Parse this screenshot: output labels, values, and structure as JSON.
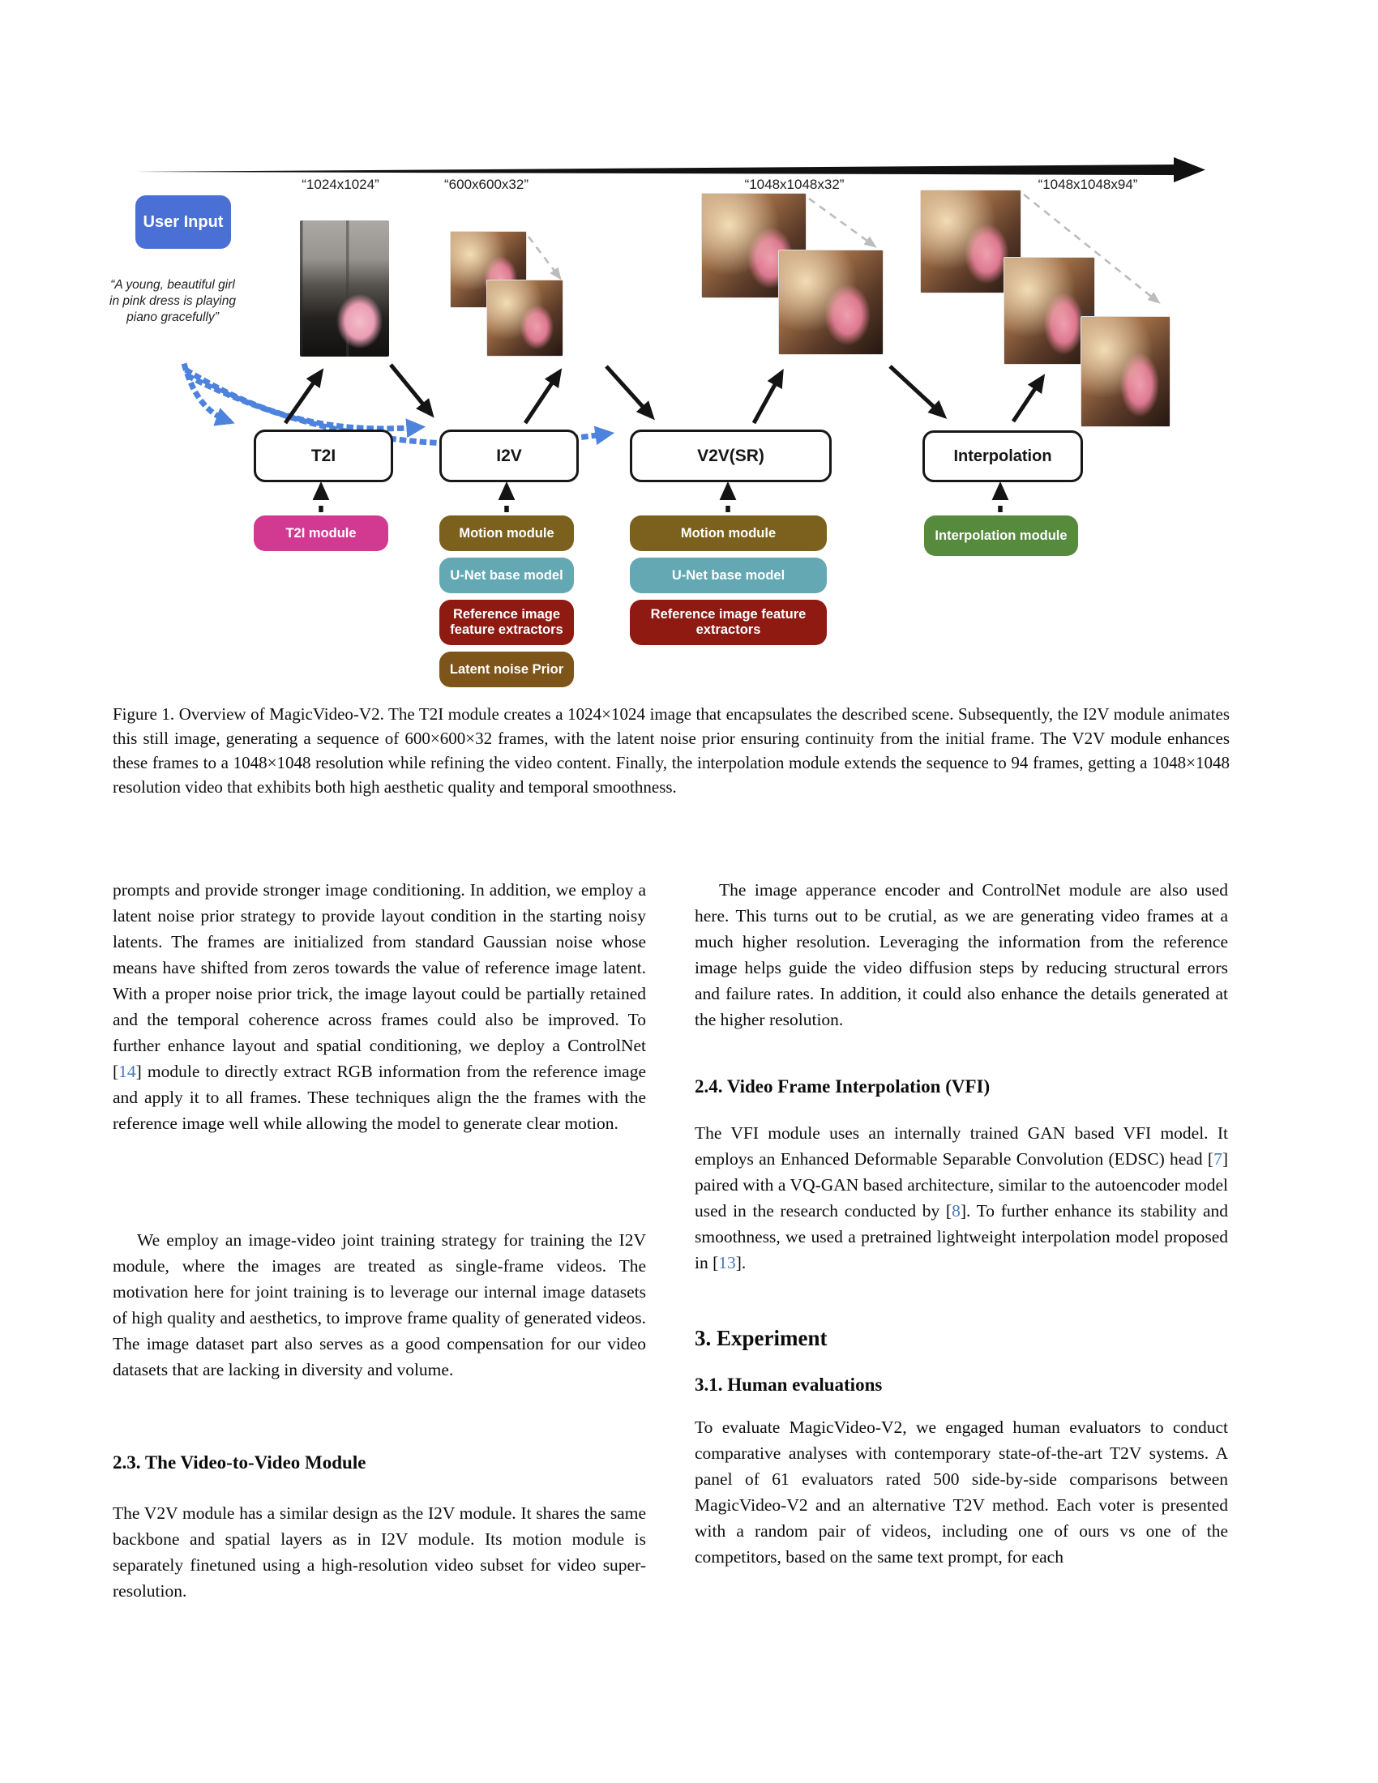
{
  "figure": {
    "timeline_labels": [
      "“1024x1024”",
      "“600x600x32”",
      "“1048x1048x32”",
      "“1048x1048x94”"
    ],
    "user_input": {
      "label": "User Input",
      "prompt_lines": [
        "“A young, beautiful girl",
        "in pink dress is playing",
        "piano gracefully”"
      ]
    },
    "pipeline": [
      {
        "label": "T2I"
      },
      {
        "label": "I2V"
      },
      {
        "label": "V2V(SR)"
      },
      {
        "label": "Interpolation"
      }
    ],
    "modules": {
      "t2i": [
        "T2I module"
      ],
      "i2v": [
        "Motion module",
        "U-Net base model",
        "Reference image feature extractors",
        "Latent noise Prior"
      ],
      "v2v": [
        "Motion module",
        "U-Net base model",
        "Reference image feature extractors"
      ],
      "interp": [
        "Interpolation module"
      ]
    },
    "colors": {
      "user_input_bg": "#4a70d6",
      "t2i_module": "#d23a92",
      "motion_module": "#7b611d",
      "unet_base_model": "#63a8b2",
      "reference_extractors": "#8e1a12",
      "latent_noise_prior": "#7d5419",
      "interpolation_module": "#568a3c",
      "prompt_arrows": "#4d82dd",
      "citation_link": "#4878b8"
    }
  },
  "caption": "Figure 1. Overview of MagicVideo-V2. The T2I module creates a 1024×1024 image that encapsulates the described scene. Subsequently, the I2V module animates this still image, generating a sequence of 600×600×32 frames, with the latent noise prior ensuring continuity from the initial frame. The V2V module enhances these frames to a 1048×1048 resolution while refining the video content. Finally, the interpolation module extends the sequence to 94 frames, getting a 1048×1048 resolution video that exhibits both high aesthetic quality and temporal smoothness.",
  "left_column": {
    "p1": "prompts and provide stronger image conditioning. In addition, we employ a latent noise prior strategy to provide layout condition in the starting noisy latents. The frames are initialized from standard Gaussian noise whose means have shifted from zeros towards the value of reference image latent. With a proper noise prior trick, the image layout could be partially retained and the temporal coherence across frames could also be improved. To further enhance layout and spatial conditioning, we deploy a ControlNet [14] module to directly extract RGB information from the reference image and apply it to all frames. These techniques align the the frames with the reference image well while allowing the model to generate clear motion.",
    "p2": "We employ an image-video joint training strategy for training the I2V module, where the images are treated as single-frame videos. The motivation here for joint training is to leverage our internal image datasets of high quality and aesthetics, to improve frame quality of generated videos. The image dataset part also serves as a good compensation for our video datasets that are lacking in diversity and volume.",
    "h23": "2.3. The Video-to-Video Module",
    "p3": "The V2V module has a similar design as the I2V module. It shares the same backbone and spatial layers as in I2V module. Its motion module is separately finetuned using a high-resolution video subset for video super-resolution."
  },
  "right_column": {
    "p1": "The image apperance encoder and ControlNet module are also used here. This turns out to be crutial, as we are generating video frames at a much higher resolution. Leveraging the information from the reference image helps guide the video diffusion steps by reducing structural errors and failure rates. In addition, it could also enhance the details generated at the higher resolution.",
    "h24": "2.4. Video Frame Interpolation (VFI)",
    "p2": "The VFI module uses an internally trained GAN based VFI model. It employs an Enhanced Deformable Separable Convolution (EDSC) head [7] paired with a VQ-GAN based architecture, similar to the autoencoder model used in the research conducted by [8]. To further enhance its stability and smoothness, we used a pretrained lightweight interpolation model proposed in [13].",
    "h3": "3. Experiment",
    "h31": "3.1. Human evaluations",
    "p3": "To evaluate MagicVideo-V2, we engaged human evaluators to conduct comparative analyses with contemporary state-of-the-art T2V systems. A panel of 61 evaluators rated 500 side-by-side comparisons between MagicVideo-V2 and an alternative T2V method. Each voter is presented with a random pair of videos, including one of ours vs one of the competitors, based on the same text prompt, for each"
  }
}
